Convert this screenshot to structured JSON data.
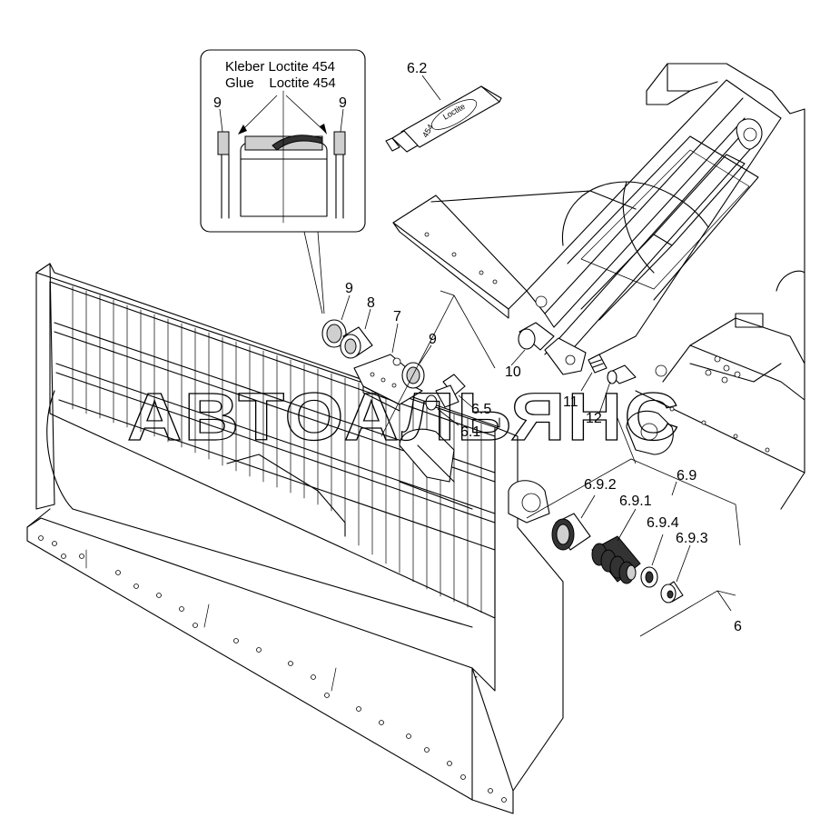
{
  "inset": {
    "caption_line1": "Kleber Loctite 454",
    "caption_line2": "Glue    Loctite 454",
    "label_left": "9",
    "label_right": "9"
  },
  "labels": {
    "p6_2": "6.2",
    "p9_a": "9",
    "p8": "8",
    "p7": "7",
    "p9_b": "9",
    "p10": "10",
    "p6_5": "6.5",
    "p6_1": "6.1",
    "p11": "11",
    "p12": "12",
    "p6_9": "6.9",
    "p6_9_2": "6.9.2",
    "p6_9_1": "6.9.1",
    "p6_9_4": "6.9.4",
    "p6_9_3": "6.9.3",
    "p6": "6"
  },
  "tube": {
    "brand": "Loctite",
    "number": "454"
  },
  "watermark": "АВТОАЛЬЯНС"
}
